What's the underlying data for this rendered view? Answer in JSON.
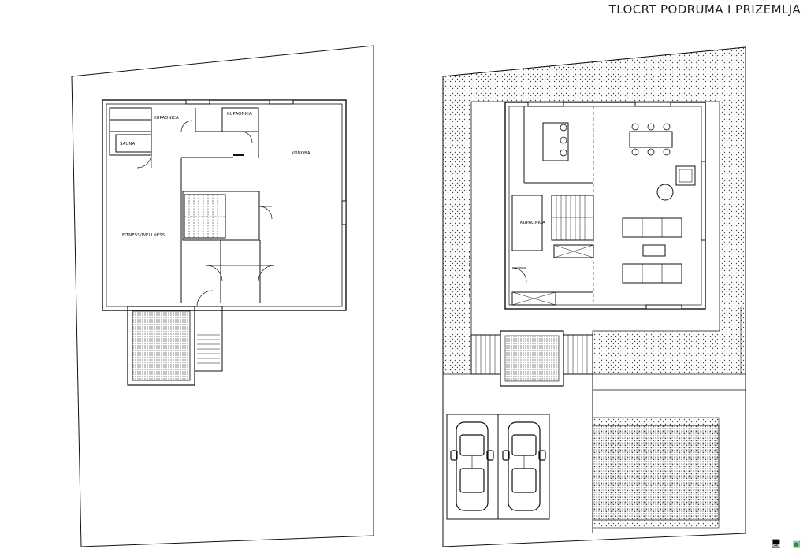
{
  "title": "TLOCRT PODRUMA I PRIZEMLJA",
  "labels": {
    "basement_bath_1": "KUPAONICA",
    "basement_bath_2": "KUPAONICA",
    "sauna": "SAUNA",
    "konoba": "KONOBA",
    "fitness": "FITNESS/WELLNESS",
    "ground_bath": "KUPAONICA"
  },
  "icons": [
    "monitor-icon",
    "network-icon"
  ],
  "colors": {
    "line": "#111111",
    "hatch": "#444444"
  }
}
